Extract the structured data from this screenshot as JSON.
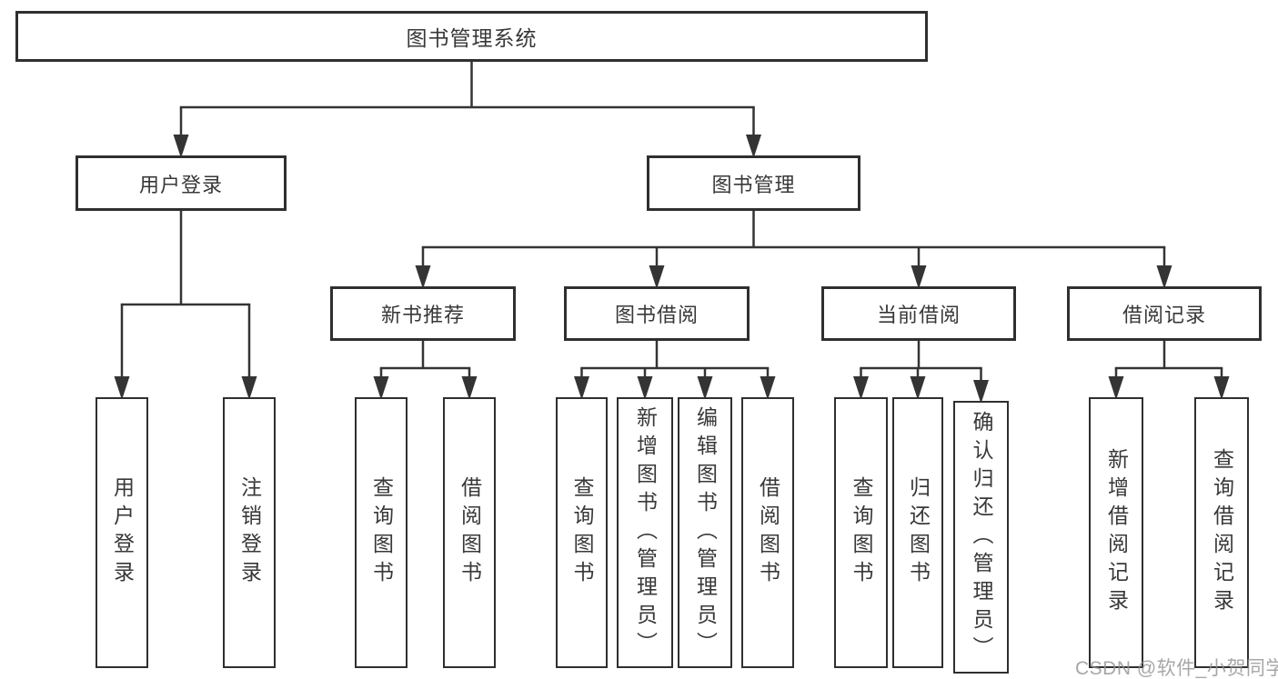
{
  "diagram_type": "hierarchy-structure-diagram",
  "colors": {
    "line": "#343434",
    "border": "#2f2f2f",
    "text": "#383838",
    "background": "#ffffff",
    "watermark": "#919191"
  },
  "watermark": {
    "text": "CSDN @软件_小贺同学"
  },
  "tree": {
    "label": "图书管理系统",
    "children": [
      {
        "label": "用户登录",
        "children": [
          {
            "label": "用户登录"
          },
          {
            "label": "注销登录"
          }
        ]
      },
      {
        "label": "图书管理",
        "children": [
          {
            "label": "新书推荐",
            "children": [
              {
                "label": "查询图书"
              },
              {
                "label": "借阅图书"
              }
            ]
          },
          {
            "label": "图书借阅",
            "children": [
              {
                "label": "查询图书"
              },
              {
                "label": "新增图书（管理员）"
              },
              {
                "label": "编辑图书（管理员）"
              },
              {
                "label": "借阅图书"
              }
            ]
          },
          {
            "label": "当前借阅",
            "children": [
              {
                "label": "查询图书"
              },
              {
                "label": "归还图书"
              },
              {
                "label": "确认归还（管理员）"
              }
            ]
          },
          {
            "label": "借阅记录",
            "children": [
              {
                "label": "新增借阅记录"
              },
              {
                "label": "查询借阅记录"
              }
            ]
          }
        ]
      }
    ]
  }
}
